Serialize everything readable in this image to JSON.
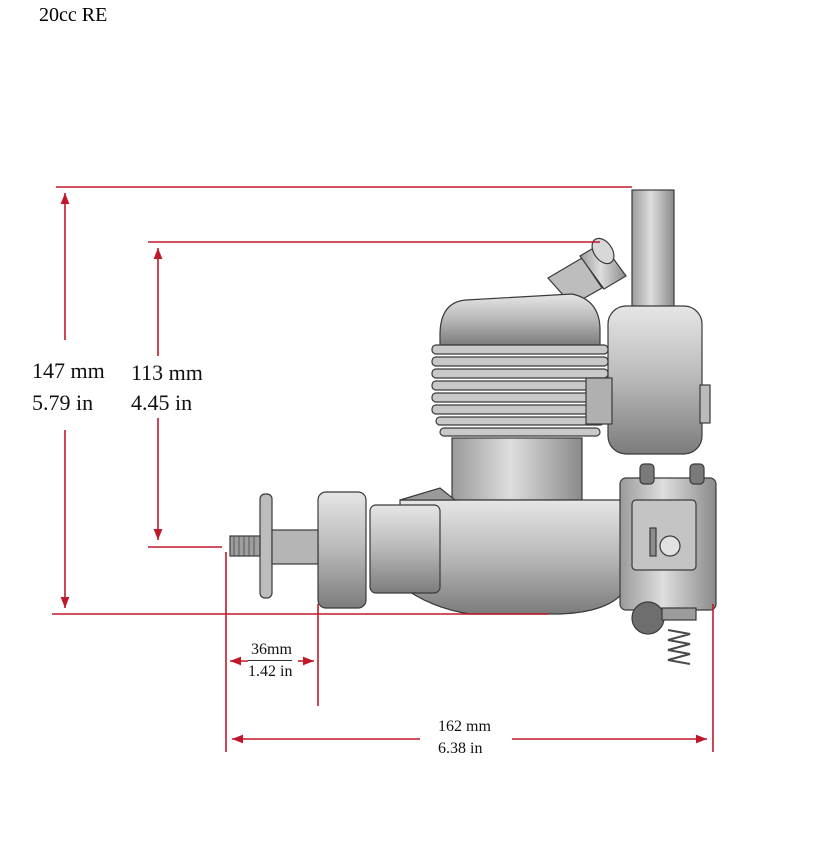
{
  "title": "20cc RE",
  "dimensions": {
    "overall_height": {
      "mm": "147 mm",
      "in": "5.79 in"
    },
    "cylinder_height": {
      "mm": "113 mm",
      "in": "4.45 in"
    },
    "shaft_length": {
      "mm": "36mm",
      "in": "1.42 in"
    },
    "overall_length": {
      "mm": "162 mm",
      "in": "6.38 in"
    }
  },
  "colors": {
    "dimension_line": "#c0182b",
    "engine_light": "#d2d2d2",
    "engine_mid": "#a9a9a9",
    "engine_dark": "#6e6e6e",
    "outline": "#3a3a3a"
  }
}
